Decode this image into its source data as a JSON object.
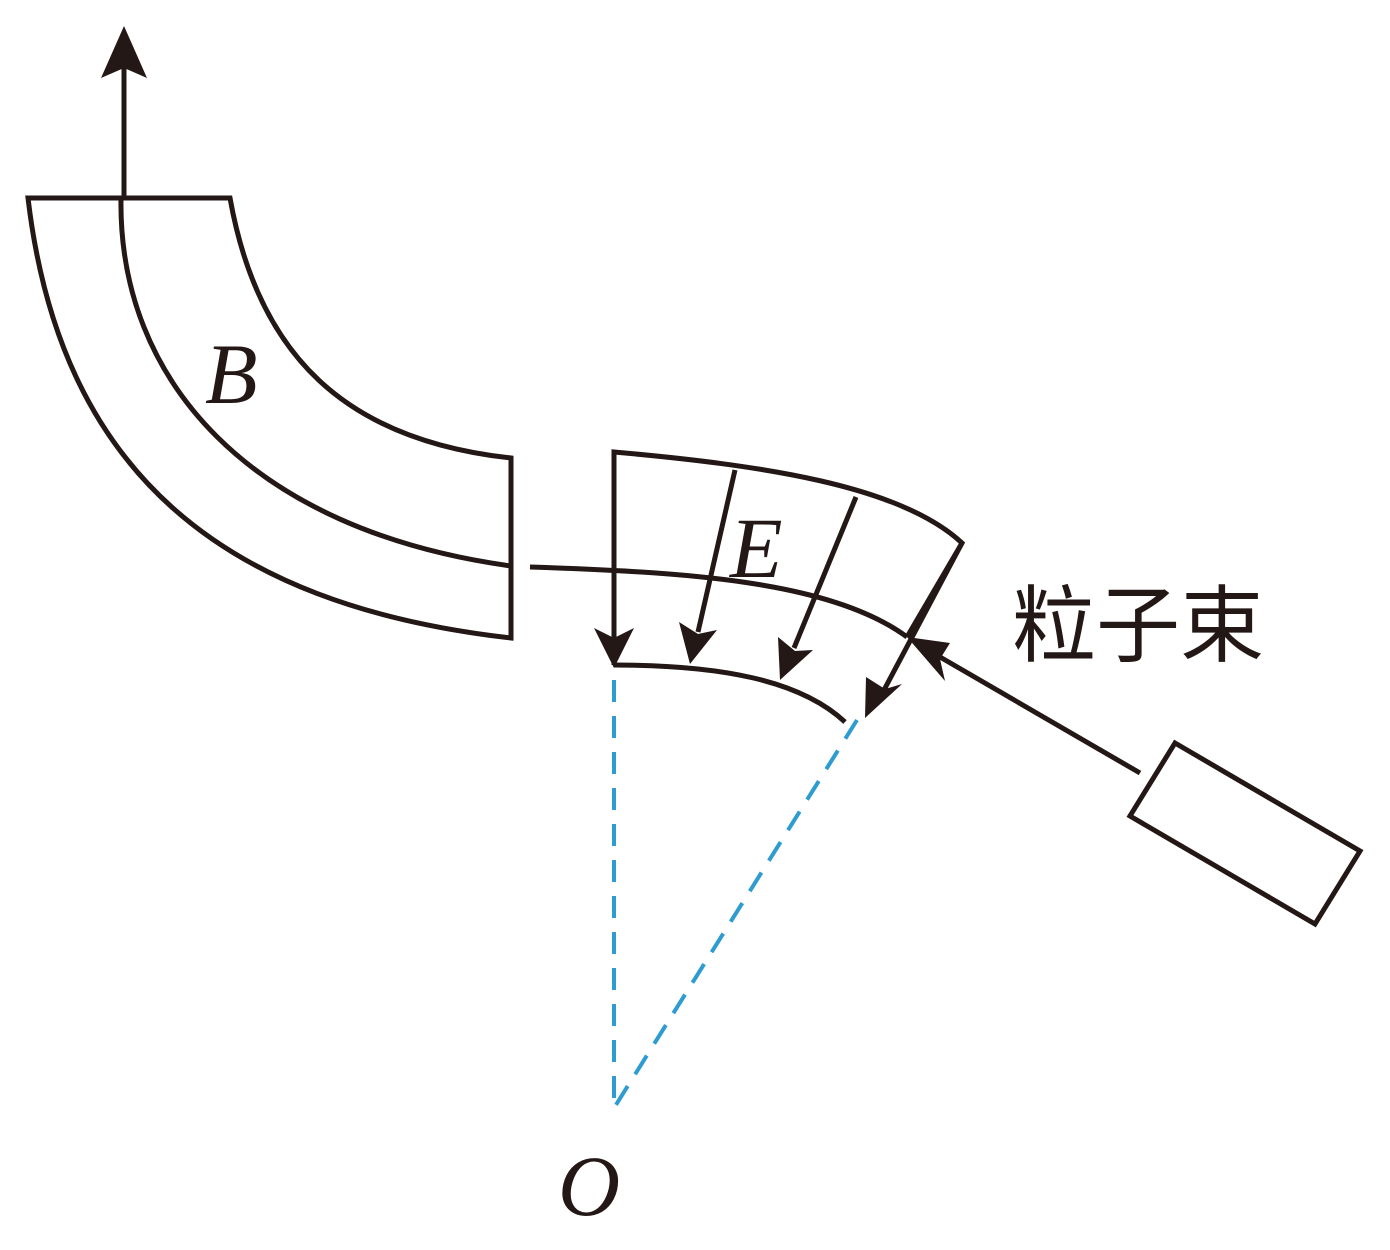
{
  "labels": {
    "magnetic_field": "B",
    "electric_field": "E",
    "center": "O",
    "particle_beam": "粒子束"
  },
  "colors": {
    "line": "#231815",
    "dashed_radius": "#2e9cd0",
    "background": "#ffffff"
  }
}
